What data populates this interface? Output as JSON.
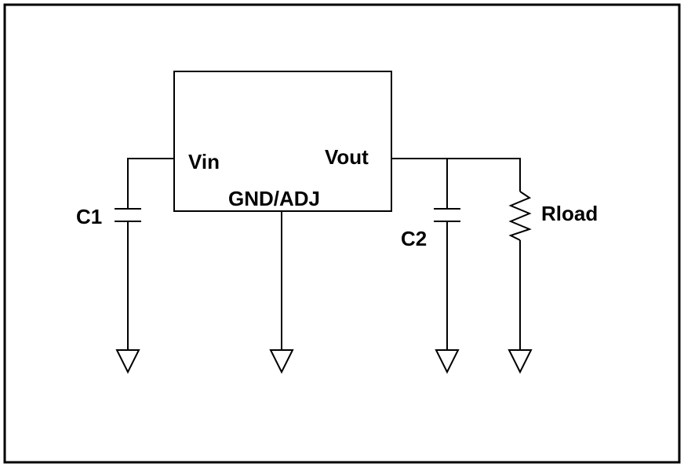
{
  "diagram": {
    "pins": {
      "vin": "Vin",
      "vout": "Vout",
      "gnd_adj": "GND/ADJ"
    },
    "components": {
      "c1": "C1",
      "c2": "C2",
      "rload": "Rload"
    }
  }
}
